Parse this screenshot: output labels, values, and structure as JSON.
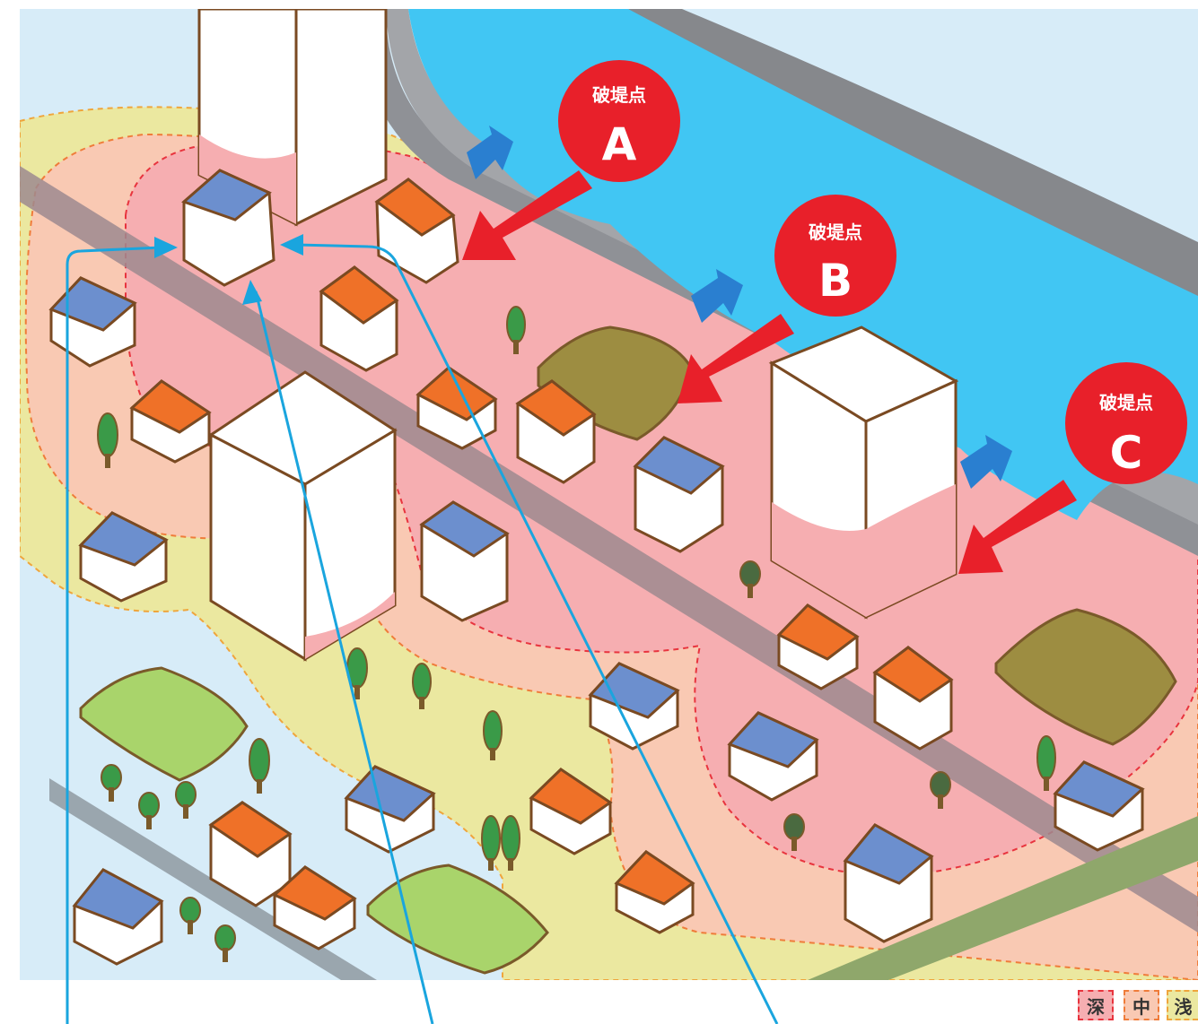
{
  "breach_points": [
    {
      "id": "A",
      "caption": "破堤点",
      "letter": "A"
    },
    {
      "id": "B",
      "caption": "破堤点",
      "letter": "B"
    },
    {
      "id": "C",
      "caption": "破堤点",
      "letter": "C"
    }
  ],
  "legend": {
    "items": [
      {
        "label": "深",
        "color": "#f6aeb1",
        "border": "#e8343e"
      },
      {
        "label": "中",
        "color": "#f9c9b3",
        "border": "#ef7c3a"
      },
      {
        "label": "浅",
        "color": "#ebe8a0",
        "border": "#efa53c"
      }
    ]
  },
  "colors": {
    "sky": "#d7ecf8",
    "river": "#41c6f3",
    "levee": "#8f9196",
    "deep": "#f6aeb1",
    "medium": "#f9c9b3",
    "shallow": "#ebe8a0",
    "road": "#9d8a8f",
    "marker": "#e8202a",
    "pointer": "#1aa5de"
  }
}
